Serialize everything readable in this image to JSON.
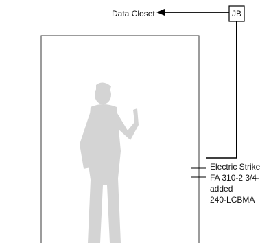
{
  "labels": {
    "destination": "Data Closet",
    "junction_box": "JB"
  },
  "note_lines": [
    "Electric Strike",
    "FA 310-2 3/4-",
    "added",
    "240-LCBMA"
  ],
  "colors": {
    "line": "#000000",
    "silhouette": "#d4d4d4",
    "door_frame": "#3a3a3a"
  }
}
